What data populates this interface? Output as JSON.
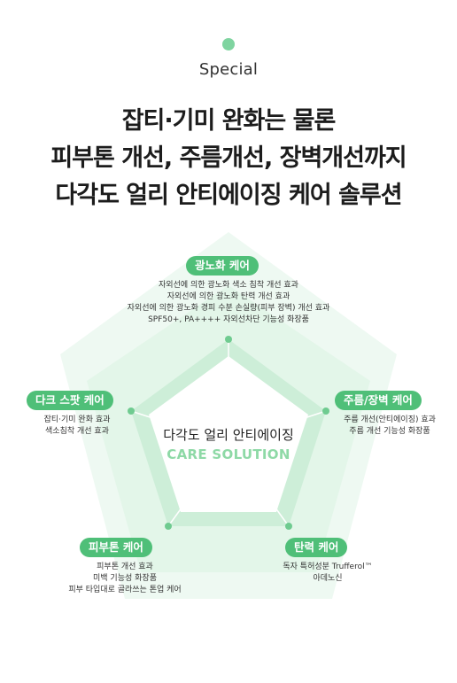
{
  "special": "Special",
  "headline": [
    "잡티·기미 완화는 물론",
    "피부톤 개선, 주름개선, 장벽개선까지",
    "다각도 얼리 안티에이징 케어 솔루션"
  ],
  "center": {
    "title": "다각도 얼리 안티에이징",
    "subtitle": "CARE SOLUTION"
  },
  "axes": [
    {
      "label": "광노화 케어",
      "lines": [
        "자외선에 의한 광노화 색소 침착 개선 효과",
        "자외선에 의한 광노화 탄력 개선 효과",
        "자외선에 의한 광노화 경피 수분 손실량(피부 장벽) 개선 효과",
        "SPF50+, PA++++ 자외선차단 기능성 화장품"
      ]
    },
    {
      "label": "주름/장벽 케어",
      "lines": [
        "주름 개선(안티에이징) 효과",
        "주름 개선 기능성 화장품"
      ]
    },
    {
      "label": "탄력 케어",
      "lines": [
        "독자 특허성분 Trufferol™",
        "아데노신"
      ]
    },
    {
      "label": "피부톤 케어",
      "lines": [
        "피부톤 개선 효과",
        "미백 기능성 화장품",
        "피부 타입대로 골라쓰는 톤업 케어"
      ]
    },
    {
      "label": "다크 스팟 케어",
      "lines": [
        "잡티·기미 완화 효과",
        "색소침착 개선 효과"
      ]
    }
  ],
  "colors": {
    "accent": "#4fbf78",
    "accent_light": "#8ed9a6",
    "fill_outer": "#eef9f2",
    "fill_mid": "#e0f4e7",
    "fill_inner": "#cfeed9"
  }
}
